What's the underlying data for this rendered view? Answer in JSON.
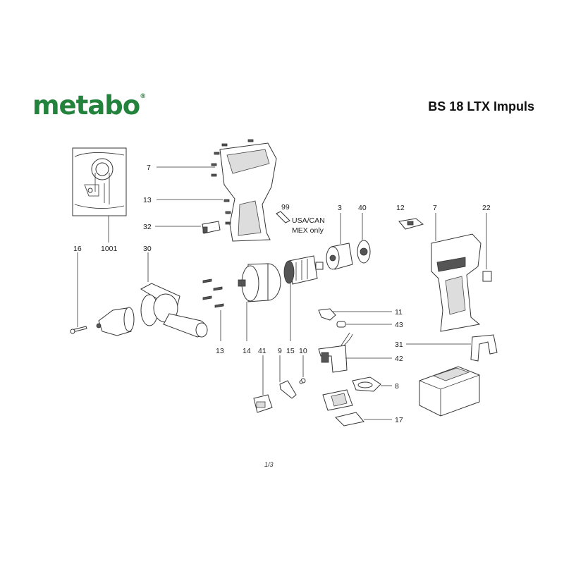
{
  "header": {
    "brand": "metabo",
    "registered": "®",
    "model_title": "BS 18 LTX Impuls"
  },
  "labels": {
    "p1001": "1001",
    "p7a": "7",
    "p13a": "13",
    "p32": "32",
    "p99": "99",
    "usa_can": "USA/CAN",
    "mex_only": "MEX only",
    "p16": "16",
    "p30": "30",
    "p13b": "13",
    "p14": "14",
    "p41": "41",
    "p9": "9",
    "p15": "15",
    "p10": "10",
    "p3": "3",
    "p40": "40",
    "p12": "12",
    "p7b": "7",
    "p22": "22",
    "p11": "11",
    "p43": "43",
    "p31": "31",
    "p42": "42",
    "p8": "8",
    "p17": "17"
  },
  "footer": {
    "page": "1/3"
  }
}
